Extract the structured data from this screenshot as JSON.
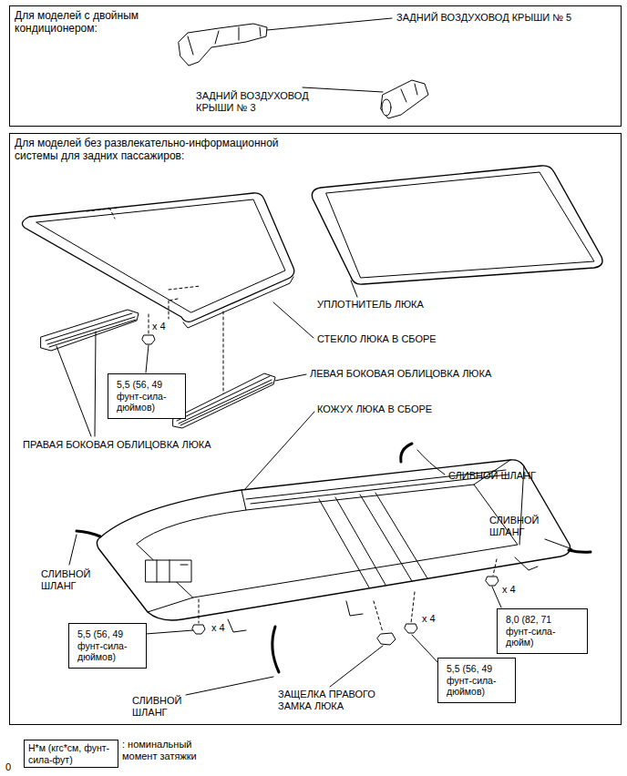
{
  "diagram": {
    "nodes": [
      {
        "text": [
          "Для моделей с двойным кондиционером:"
        ]
      },
      {
        "text": [
          "Для моделей без развлекательно-информационной системы для задних пассажиров:"
        ]
      },
      {
        "text": [
          "5,5 (56, 49 фунт-сила-дюймов)"
        ],
        "in": 1
      },
      {
        "text": [
          "8,0 (82, 71 фунт-сила-дюйм)"
        ],
        "in": 1
      },
      {
        "text": [
          "5,5 (56, 49 фунт-сила-дюймов)"
        ],
        "in": 1
      },
      {
        "text": [
          "5,5 (56, 49 фунт-сила-дюймов)"
        ],
        "in": 1
      },
      {
        "text": [
          "Н*м (кгс*см, фунт-сила-фут)"
        ]
      }
    ],
    "labels": [
      "ЗАДНИЙ ВОЗДУХОВОД КРЫШИ № 5",
      "ЗАДНИЙ ВОЗДУХОВОД КРЫШИ № 3",
      "УПЛОТНИТЕЛЬ ЛЮКА",
      "x 4",
      "СТЕКЛО ЛЮКА В СБОРЕ",
      "ЛЕВАЯ БОКОВАЯ ОБЛИЦОВКА ЛЮКА",
      "КОЖУХ ЛЮКА В СБОРЕ",
      "ПРАВАЯ БОКОВАЯ ОБЛИЦОВКА ЛЮКА",
      "СЛИВНОЙ ШЛАНГ",
      "СЛИВНОЙ ШЛАНГ",
      "СЛИВНОЙ ШЛАНГ",
      "x 4",
      "x 4",
      "x 4",
      "СЛИВНОЙ ШЛАНГ",
      "ЗАЩЕЛКА ПРАВОГО ЗАМКА ЛЮКА",
      ": номинальный момент затяжки",
      "0"
    ]
  }
}
